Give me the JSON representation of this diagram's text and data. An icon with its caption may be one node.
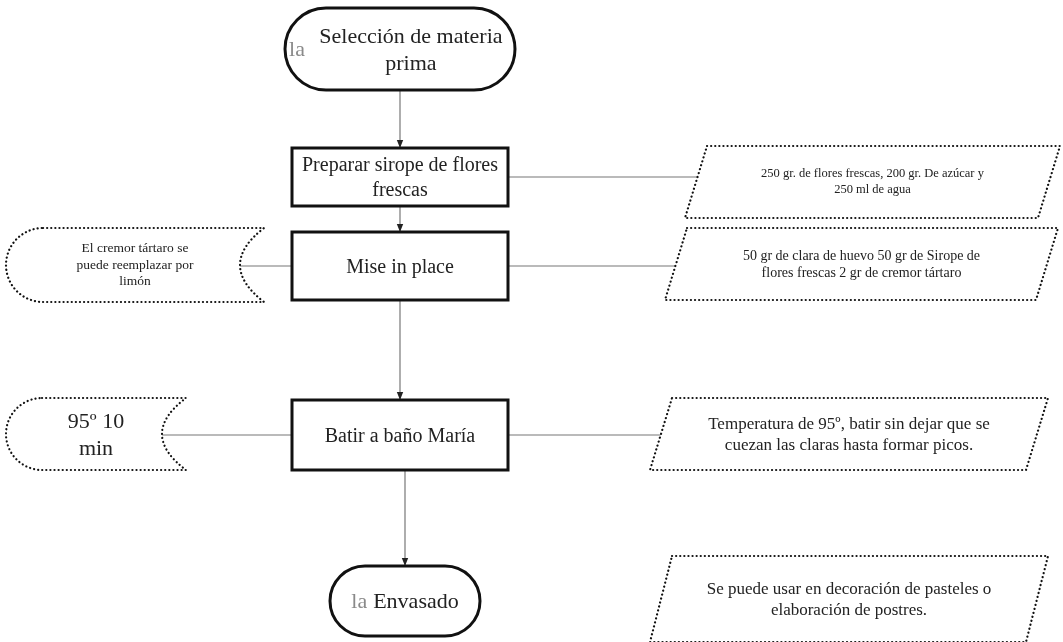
{
  "diagram": {
    "nodes": [
      {
        "text": [
          "la",
          "Selección de materia prima"
        ]
      },
      {
        "text": [
          "Preparar sirope de flores frescas"
        ]
      },
      {
        "text": [
          "250 gr. de flores frescas, 200 gr. De azúcar y 250 ml de agua"
        ]
      },
      {
        "text": [
          "El cremor tártaro se puede reemplazar por limón"
        ]
      },
      {
        "text": [
          "Mise in place"
        ]
      },
      {
        "text": [
          "50 gr de clara de huevo 50 gr de Sirope de flores frescas 2 gr de cremor tártaro"
        ]
      },
      {
        "text": [
          "95º 10 min"
        ]
      },
      {
        "text": [
          "Batir a baño María"
        ]
      },
      {
        "text": [
          "Temperatura de 95º, batir sin dejar que se cuezan las claras hasta formar picos."
        ]
      },
      {
        "text": [
          "la",
          "Envasado"
        ]
      },
      {
        "text": [
          "Se puede usar en decoración de pasteles o elaboración de postres."
        ]
      }
    ],
    "edges": [
      {
        "from": 0,
        "to": 1,
        "arrow": "to"
      },
      {
        "from": 1,
        "to": 2,
        "arrow": "none"
      },
      {
        "from": 1,
        "to": 4,
        "arrow": "to"
      },
      {
        "from": 4,
        "to": 3,
        "arrow": "none"
      },
      {
        "from": 4,
        "to": 5,
        "arrow": "none"
      },
      {
        "from": 4,
        "to": 7,
        "arrow": "to"
      },
      {
        "from": 7,
        "to": 6,
        "arrow": "none"
      },
      {
        "from": 7,
        "to": 8,
        "arrow": "none"
      },
      {
        "from": 7,
        "to": 9,
        "arrow": "to"
      }
    ]
  }
}
